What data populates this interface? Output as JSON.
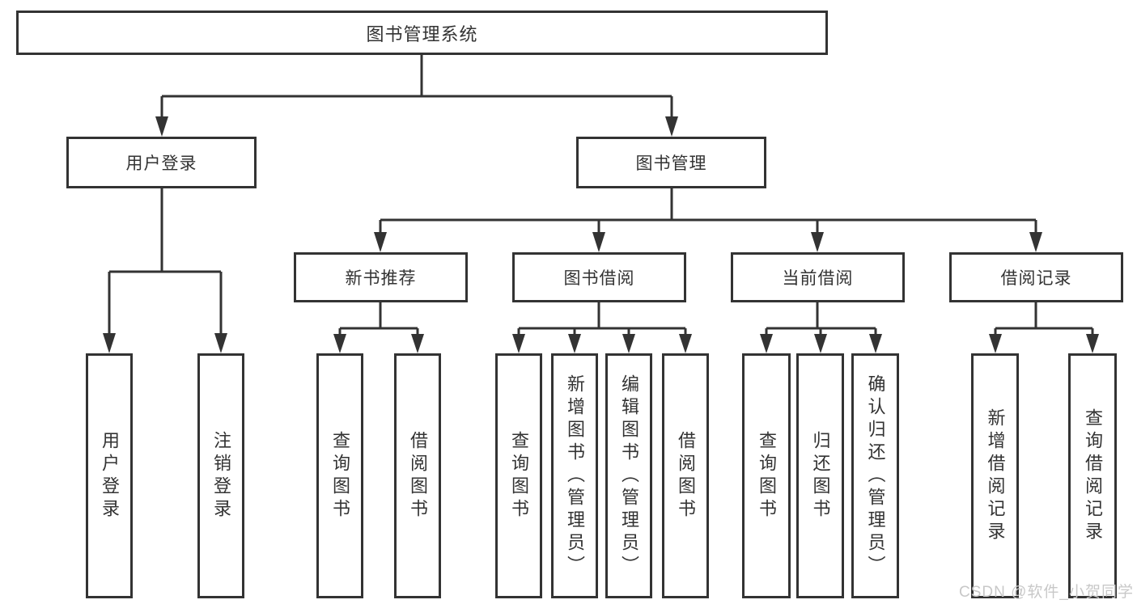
{
  "diagram": {
    "root": {
      "label": "图书管理系统"
    },
    "level2": [
      {
        "label": "用户登录"
      },
      {
        "label": "图书管理"
      }
    ],
    "level3": [
      {
        "label": "新书推荐"
      },
      {
        "label": "图书借阅"
      },
      {
        "label": "当前借阅"
      },
      {
        "label": "借阅记录"
      }
    ],
    "leaves": [
      {
        "label": "用户登录"
      },
      {
        "label": "注销登录"
      },
      {
        "label": "查询图书"
      },
      {
        "label": "借阅图书"
      },
      {
        "label": "查询图书"
      },
      {
        "label": "新增图书（管理员）"
      },
      {
        "label": "编辑图书（管理员）"
      },
      {
        "label": "借阅图书"
      },
      {
        "label": "查询图书"
      },
      {
        "label": "归还图书"
      },
      {
        "label": "确认归还（管理员）"
      },
      {
        "label": "新增借阅记录"
      },
      {
        "label": "查询借阅记录"
      }
    ]
  },
  "watermark": {
    "text": "CSDN @软件_小贺同学"
  },
  "colors": {
    "line": "#333333",
    "text": "#333333",
    "watermark": "#c8c8c8",
    "background": "#ffffff"
  }
}
